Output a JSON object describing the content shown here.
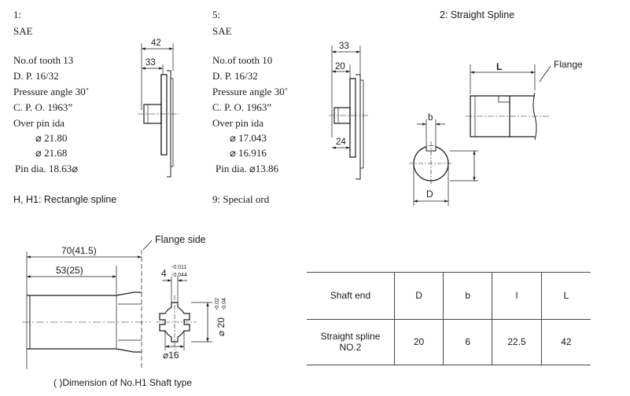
{
  "sae1": {
    "id": "1:",
    "type": "SAE",
    "tooth": "No.of tooth 13",
    "dp": "D. P. 16/32",
    "angle": "Pressure angle 30˚",
    "cpo": "C. P. O. 1963”",
    "over_pin": "Over pin ida",
    "v1": "⌀ 21.80",
    "v2": "⌀ 21.68",
    "pin_dia": "Pin dia.    18.63⌀"
  },
  "sae5": {
    "id": "5:",
    "type": "SAE",
    "tooth": "No.of tooth 10",
    "dp": "D. P. 16/32",
    "angle": "Pressure angle 30˚",
    "cpo": "C. P. O. 1963”",
    "over_pin": "Over pin ida",
    "v1": "⌀ 17.043",
    "v2": "⌀ 16.916",
    "pin_dia": "Pin dia.  ⌀13.86"
  },
  "labels": {
    "h_rect": "H, H1: Rectangle  spline",
    "special": "9: Special ord",
    "straight": "2: Straight Spline",
    "caption": "( )Dimension of No.H1 Shaft type"
  },
  "dims": {
    "d42": "42",
    "d33a": "33",
    "d33b": "33",
    "d20": "20",
    "d24": "24",
    "L": "L",
    "flange": "Flange",
    "b": "b",
    "D": "D",
    "d70": "70(41.5)",
    "d53": "53(25)",
    "flange_side": "Flange  side",
    "w4": "4",
    "tol1_up": "-0.011",
    "tol1_dn": "-0.044",
    "d20dia": "⌀ 20",
    "tol2_up": "-0.02",
    "tol2_dn": "-0.04",
    "d16": "⌀16"
  },
  "table": {
    "headers": [
      "Shaft end",
      "D",
      "b",
      "l",
      "L"
    ],
    "row_label_1": "Straight spline",
    "row_label_2": "NO.2",
    "values": [
      "20",
      "6",
      "22.5",
      "42"
    ]
  }
}
